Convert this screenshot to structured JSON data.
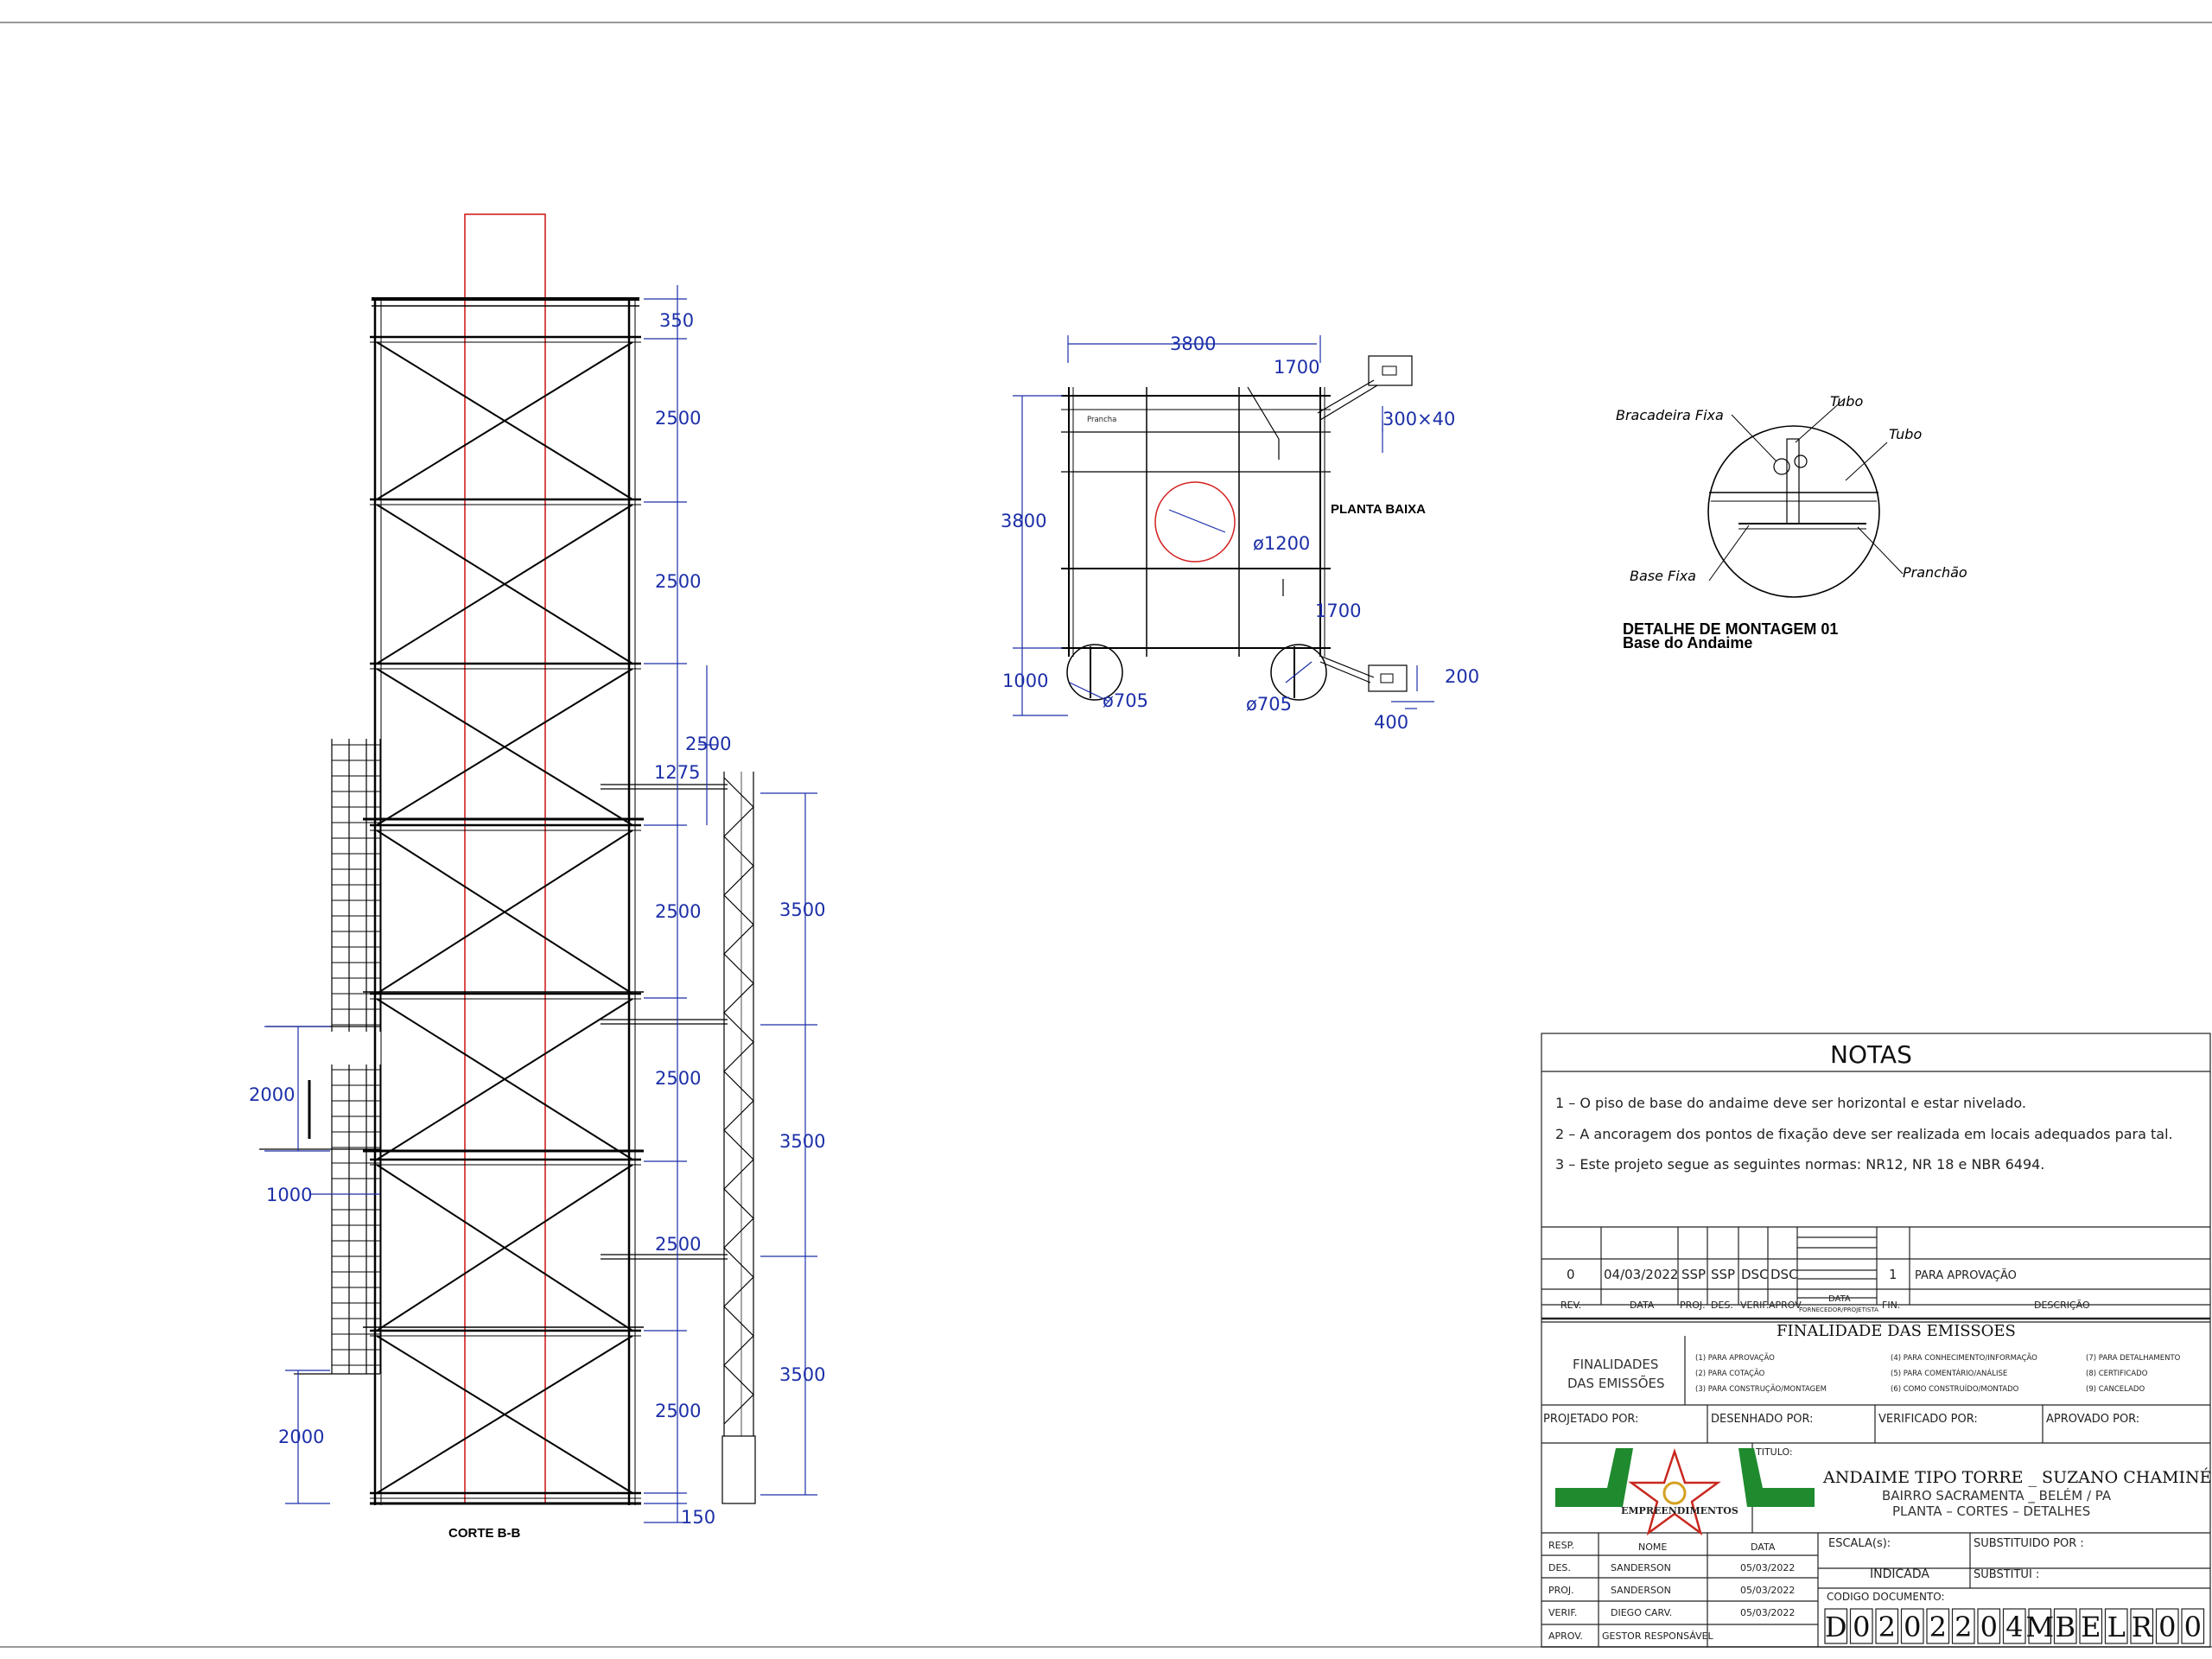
{
  "drawing": {
    "section_label": "CORTE B-B",
    "plan_label": "PLANTA BAIXA",
    "plank_label": "Prancha",
    "detail_title": "DETALHE DE MONTAGEM 01",
    "detail_subtitle": "Base do Andaime",
    "detail_callouts": {
      "bracadeira": "Bracadeira Fixa",
      "tubo1": "Tubo",
      "tubo2": "Tubo",
      "base_fixa": "Base Fixa",
      "planchao": "Pranchão"
    },
    "tower_dims": [
      "350",
      "2500",
      "2500",
      "2500",
      "1275",
      "2500",
      "2500",
      "2500",
      "2500",
      "150"
    ],
    "ladder_dims": [
      "3500",
      "3500",
      "3500"
    ],
    "left_dims": [
      "2000",
      "1000",
      "2000"
    ],
    "plan_dims": {
      "width": "3800",
      "height": "3800",
      "offset_top": "1700",
      "offset_bottom": "1700",
      "plate": "300×40",
      "hole": "ø1200",
      "wheel_left": "ø705",
      "wheel_right": "ø705",
      "base_ext": "1000",
      "pad_h": "200",
      "pad_w": "400"
    }
  },
  "notes": {
    "title": "NOTAS",
    "items": [
      "1 – O piso de base do andaime deve ser horizontal e estar nivelado.",
      "2 – A ancoragem dos pontos de fixação deve ser realizada em locais adequados para tal.",
      "3 – Este projeto segue as seguintes normas: NR12, NR 18 e NBR 6494."
    ]
  },
  "revision": {
    "row": {
      "rev": "0",
      "data": "04/03/2022",
      "proj": "SSP",
      "des": "SSP",
      "verif": "DSC",
      "aprov": "DSC",
      "fin": "1",
      "descricao": "PARA APROVAÇÃO"
    },
    "headers": {
      "rev": "REV.",
      "data": "DATA",
      "proj": "PROJ.",
      "des": "DES.",
      "verif": "VERIF.",
      "aprov": "APROV.",
      "data2": "DATA",
      "fornecedor": "FORNECEDOR/PROJETISTA",
      "fin": "FIN.",
      "descricao": "DESCRIÇÃO"
    }
  },
  "finalidade": {
    "header": "FINALIDADE DAS EMISSOES",
    "label_line1": "FINALIDADES",
    "label_line2": "DAS EMISSÕES",
    "col1": [
      "(1) PARA APROVAÇÃO",
      "(2) PARA COTAÇÃO",
      "(3) PARA CONSTRUÇÃO/MONTAGEM"
    ],
    "col2": [
      "(4) PARA CONHECIMENTO/INFORMAÇÃO",
      "(5) PARA COMENTÁRIO/ANÁLISE",
      "(6) COMO CONSTRUÍDO/MONTADO"
    ],
    "col3": [
      "(7) PARA DETALHAMENTO",
      "(8) CERTIFICADO",
      "(9) CANCELADO"
    ]
  },
  "signoff": {
    "projetado": "PROJETADO POR:",
    "desenhado": "DESENHADO POR:",
    "verificado": "VERIFICADO POR:",
    "aprovado": "APROVADO POR:"
  },
  "title_block": {
    "logo_text": "EMPREENDIMENTOS",
    "titulo_label": "TITULO:",
    "title": "ANDAIME TIPO TORRE _ SUZANO CHAMINÉ ICAVI",
    "subtitle1": "BAIRRO SACRAMENTA _ BELÉM / PA",
    "subtitle2": "PLANTA – CORTES – DETALHES",
    "headers": {
      "resp": "RESP.",
      "nome": "NOME",
      "data": "DATA"
    },
    "people": [
      {
        "resp": "DES.",
        "nome": "SANDERSON",
        "data": "05/03/2022"
      },
      {
        "resp": "PROJ.",
        "nome": "SANDERSON",
        "data": "05/03/2022"
      },
      {
        "resp": "VERIF.",
        "nome": "DIEGO CARV.",
        "data": "05/03/2022"
      },
      {
        "resp": "APROV.",
        "nome": "GESTOR RESPONSÁVEL",
        "data": ""
      }
    ],
    "escala_label": "ESCALA(s):",
    "escala": "INDICADA",
    "substituido_label": "SUBSTITUIDO POR :",
    "substitui_label": "SUBSTITUI :",
    "codigo_label": "CODIGO DOCUMENTO:",
    "codigo": [
      "D",
      "0",
      "2",
      "0",
      "2",
      "2",
      "0",
      "4",
      "M",
      "B",
      "E",
      "L",
      "R",
      "0",
      "0"
    ]
  },
  "colors": {
    "dimension": "#1c2fa8",
    "highlight": "#d21f1f",
    "logo_green": "#1f8a2e",
    "logo_red": "#c8281e"
  }
}
